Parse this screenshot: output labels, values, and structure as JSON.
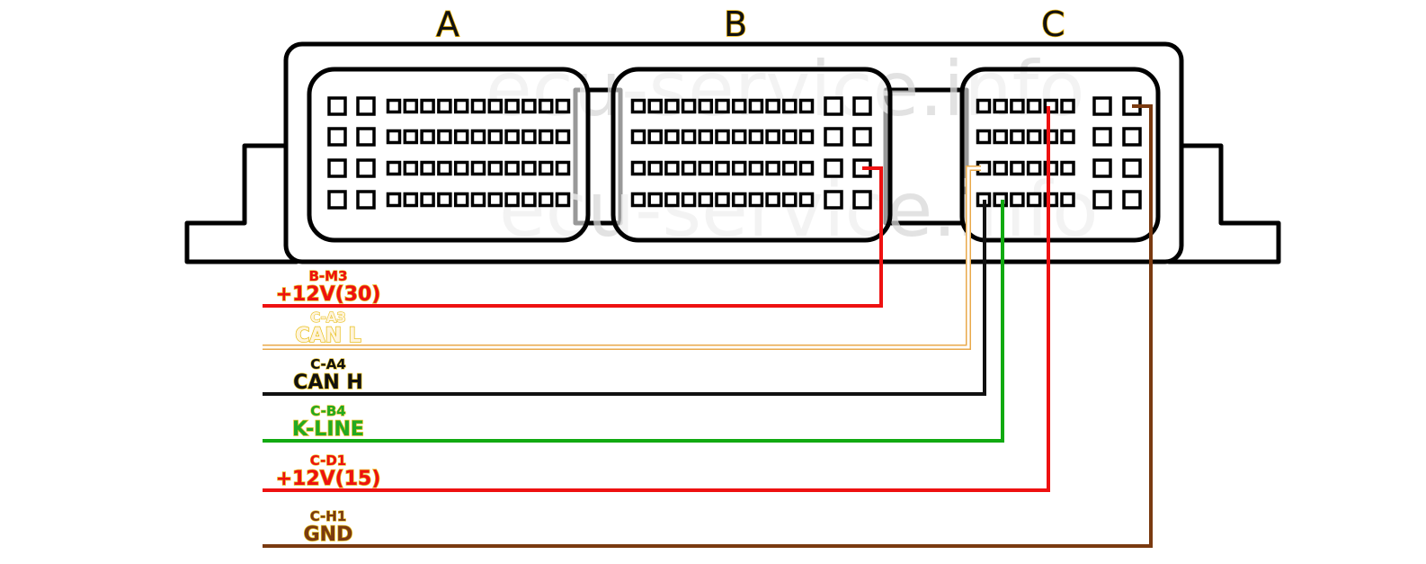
{
  "title": "ECU connector pinout",
  "watermark": "ecu-service.info",
  "connectors": [
    {
      "id": "A",
      "label": "A"
    },
    {
      "id": "B",
      "label": "B"
    },
    {
      "id": "C",
      "label": "C"
    }
  ],
  "wires": [
    {
      "pin": "B-M3",
      "signal": "+12V(30)",
      "color": "#ee1111",
      "text_color": "#ee1111",
      "connector": "B",
      "row": 3,
      "col": 13
    },
    {
      "pin": "C-A3",
      "signal": "CAN L",
      "color": "#f5c87a",
      "text_color": "#fff4dc",
      "connector": "C",
      "row": 3,
      "col": 1
    },
    {
      "pin": "C-A4",
      "signal": "CAN H",
      "color": "#111111",
      "text_color": "#111111",
      "connector": "C",
      "row": 4,
      "col": 1
    },
    {
      "pin": "C-B4",
      "signal": "K-LINE",
      "color": "#11aa11",
      "text_color": "#22aa22",
      "connector": "C",
      "row": 4,
      "col": 2
    },
    {
      "pin": "C-D1",
      "signal": "+12V(15)",
      "color": "#ee1111",
      "text_color": "#ee1111",
      "connector": "C",
      "row": 1,
      "col": 4
    },
    {
      "pin": "C-H1",
      "signal": "GND",
      "color": "#7a3a10",
      "text_color": "#7a3a10",
      "connector": "C",
      "row": 1,
      "col": 8
    }
  ]
}
